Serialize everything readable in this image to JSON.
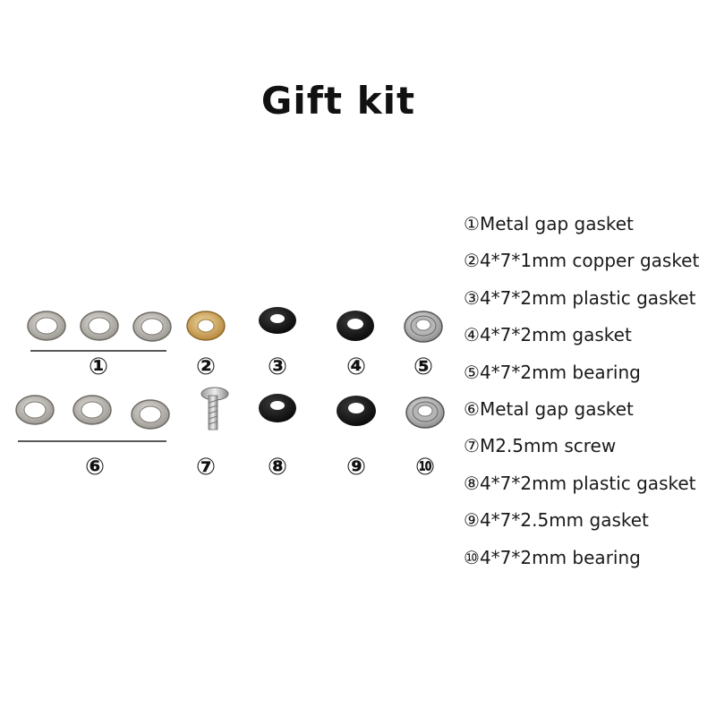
{
  "title": "Gift kit",
  "legend": [
    {
      "num": "①",
      "text": "Metal gap gasket"
    },
    {
      "num": "②",
      "text": "4*7*1mm copper gasket"
    },
    {
      "num": "③",
      "text": "4*7*2mm plastic gasket"
    },
    {
      "num": "④",
      "text": "4*7*2mm gasket"
    },
    {
      "num": "⑤",
      "text": "4*7*2mm bearing"
    },
    {
      "num": "⑥",
      "text": "Metal gap gasket"
    },
    {
      "num": "⑦",
      "text": "M2.5mm screw"
    },
    {
      "num": "⑧",
      "text": "4*7*2mm plastic gasket"
    },
    {
      "num": "⑨",
      "text": "4*7*2.5mm gasket"
    },
    {
      "num": "⑩",
      "text": "4*7*2mm bearing"
    }
  ],
  "markers": [
    "①",
    "②",
    "③",
    "④",
    "⑤",
    "⑥",
    "⑦",
    "⑧",
    "⑨",
    "⑩"
  ],
  "colors": {
    "metal": "#b9b6b0",
    "metal_edge": "#6e6a64",
    "copper": "#d9b56f",
    "copper_edge": "#8c6a2c",
    "black": "#1c1c1c",
    "bearing": "#c9c9c9",
    "bearing_edge": "#555555"
  }
}
